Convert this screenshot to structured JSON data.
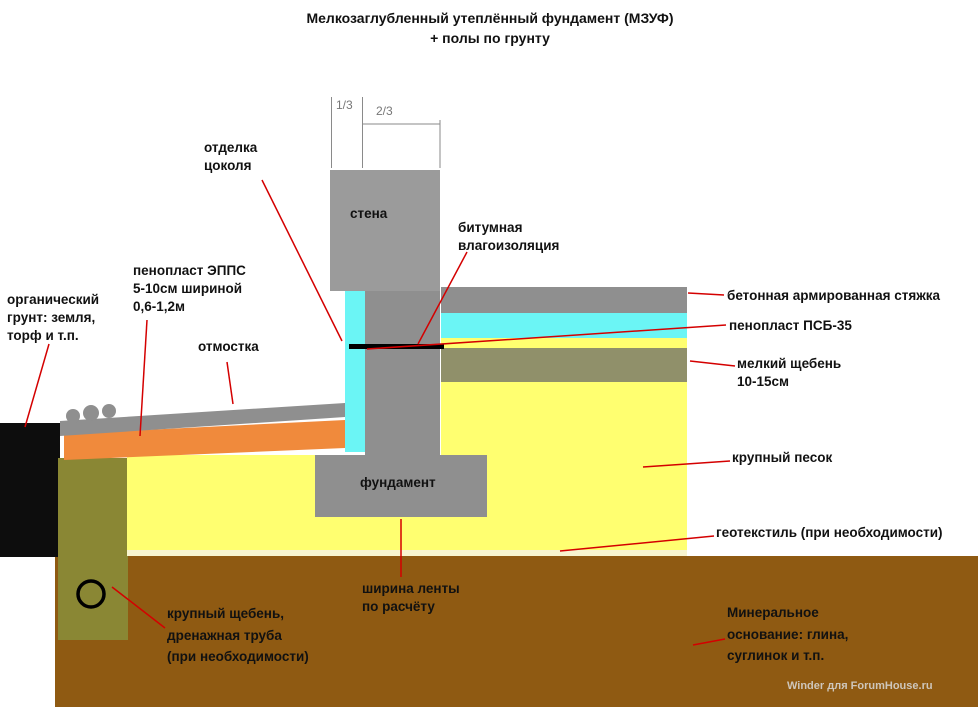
{
  "title": "Мелкозаглубленный утеплённый фундамент (МЗУФ)\n+ полы по грунту",
  "dimensions": {
    "left_third": "1/3",
    "right_two_thirds": "2/3"
  },
  "labels": {
    "finish": "отделка\nцоколя",
    "wall": "стена",
    "bitumen": "битумная\nвлагоизоляция",
    "epps": "пенопласт ЭППС\n5-10см шириной\n0,6-1,2м",
    "organic_soil": "органический\nгрунт: земля,\nторф и т.п.",
    "blind_area": "отмостка",
    "screed": "бетонная армированная стяжка",
    "psb_insulation": "пенопласт ПСБ-35",
    "fine_gravel": "мелкий щебень\n10-15см",
    "coarse_sand": "крупный песок",
    "foundation": "фундамент",
    "geotextile": "геотекстиль (при необходимости)",
    "strip_width": "ширина ленты\nпо расчёту",
    "drainage_gravel": "крупный щебень,\nдренажная труба\n(при необходимости)",
    "mineral_base": "Минеральное\nоснование: глина,\nсуглинок и т.п."
  },
  "watermark": "Winder для ForumHouse.ru",
  "colors": {
    "annotation_red": "#d40000",
    "wall_gray": "#9b9b9b",
    "concrete_gray": "#8f8f8f",
    "insulation_cyan": "#6bf5f5",
    "epps_orange": "#f08a3c",
    "sand_yellow": "#ffff70",
    "fine_gravel_olive": "#90906a",
    "coarse_gravel_olive": "#8a8734",
    "mineral_brown": "#8f5a12",
    "organic_black": "#0d0d0d",
    "geotextile_cream": "#f8f4cf"
  }
}
